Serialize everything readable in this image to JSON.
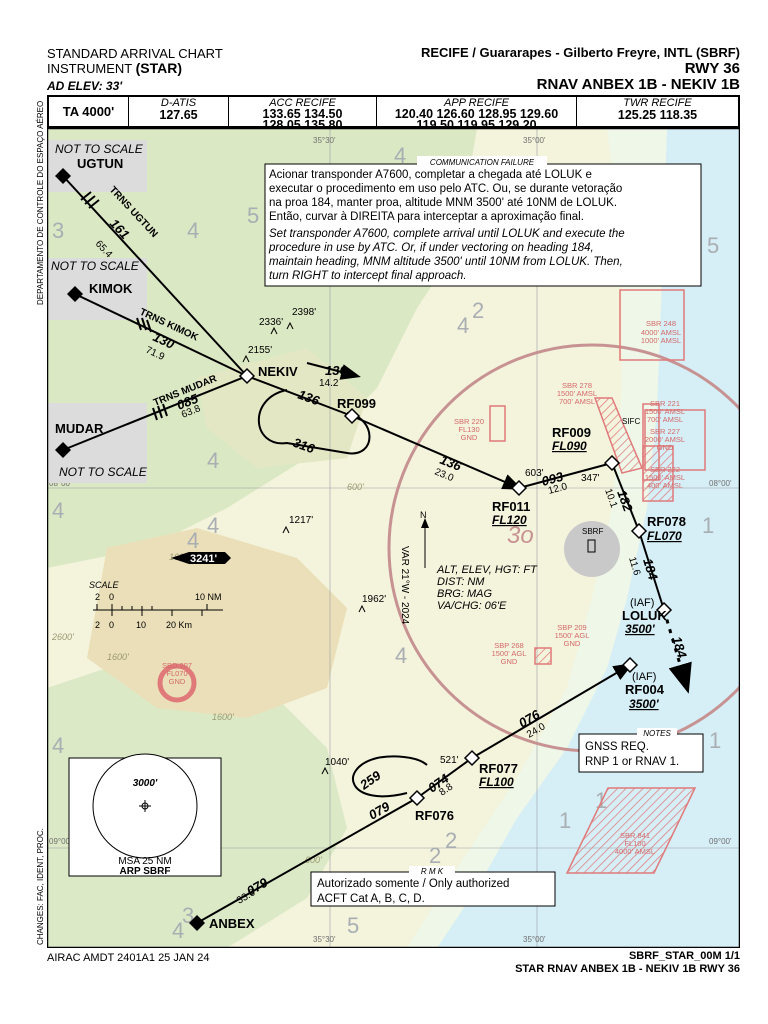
{
  "header": {
    "title_line1": "STANDARD ARRIVAL CHART",
    "title_line2": "INSTRUMENT",
    "title_star": "(STAR)",
    "ad_elev": "AD ELEV: 33'",
    "airport": "RECIFE / Guararapes - Gilberto Freyre, INTL (SBRF)",
    "runway": "RWY 36",
    "procedure": "RNAV ANBEX 1B - NEKIV 1B"
  },
  "freq": {
    "ta": "TA 4000'",
    "datis_label": "D-ATIS",
    "datis": "127.65",
    "acc_label": "ACC RECIFE",
    "acc_1": "133.65 134.50",
    "acc_2": "128.05 135.80",
    "app_label": "APP RECIFE",
    "app_1": "120.40 126.60 128.95 129.60",
    "app_2": "119.50 119.95 129.20",
    "twr_label": "TWR RECIFE",
    "twr": "125.25 118.35"
  },
  "side_left": "DEPARTAMENTO DE CONTROLE DO ESPAÇO AÉREO",
  "side_left2": "CHANGES: FAC, IDENT, PROC.",
  "comm": {
    "label": "COMMUNICATION FAILURE",
    "pt1": "Acionar transponder A7600, completar a chegada até LOLUK e",
    "pt2": "executar o procedimento em uso pelo ATC. Ou, se durante vetoração",
    "pt3": "na proa 184, manter proa, altitude MNM 3500' até 10NM de LOLUK.",
    "pt4": "Então, curvar à DIREITA para interceptar a aproximação final.",
    "en1": "Set transponder A7600, complete arrival until LOLUK and execute the",
    "en2": "procedure in use by ATC. Or, if under vectoring on heading 184,",
    "en3": "maintain heading, MNM altitude 3500' until 10NM from LOLUK. Then,",
    "en4": "turn RIGHT to intercept final approach."
  },
  "not_to_scale": "NOT TO SCALE",
  "waypoints": {
    "ugtun": "UGTUN",
    "kimok": "KIMOK",
    "mudar": "MUDAR",
    "nekiv": "NEKIV",
    "rf099": "RF099",
    "rf011": "RF011",
    "rf011_alt": "FL120",
    "rf009": "RF009",
    "rf009_alt": "FL090",
    "rf078": "RF078",
    "rf078_alt": "FL070",
    "loluk_iaf": "(IAF)",
    "loluk": "LOLUK",
    "loluk_alt": "3500'",
    "rf004_iaf": "(IAF)",
    "rf004": "RF004",
    "rf004_alt": "3500'",
    "rf077": "RF077",
    "rf077_alt": "FL100",
    "rf076": "RF076",
    "anbex": "ANBEX",
    "sifc": "SIFC",
    "sbrf": "SBRF"
  },
  "legs": {
    "trns_ugtun": "TRNS UGTUN",
    "ugtun_crs": "161",
    "ugtun_dist": "65.4",
    "trns_kimok": "TRNS KIMOK",
    "kimok_crs": "130",
    "kimok_dist": "71.9",
    "trns_mudar": "TRNS MUDAR",
    "mudar_crs": "085",
    "mudar_dist": "63.8",
    "nekiv_out": "136",
    "nekiv_out_dist": "14.2",
    "hold_in": "136",
    "hold_out": "316",
    "rf099_crs": "136",
    "rf099_dist": "23.0",
    "rf011_crs": "093",
    "rf011_dist": "12.0",
    "rf009_crs": "182",
    "rf009_dist": "10.1",
    "rf078_crs": "184",
    "rf078_dist": "11.6",
    "loluk_vec": "184",
    "anbex_crs": "079",
    "anbex_dist": "33.0",
    "rf076_out": "079",
    "hold2_out": "259",
    "rf076_crs": "074",
    "rf076_dist": "8.8",
    "rf077_crs": "076",
    "rf077_dist": "24.0"
  },
  "elevations": {
    "e2398": "2398'",
    "e2336": "2336'",
    "e2155": "2155'",
    "e1217": "1217'",
    "e3241": "3241'",
    "e1962": "1962'",
    "e1040": "1040'",
    "e603": "603'",
    "e347": "347'",
    "e521": "521'"
  },
  "legend_info": {
    "l1": "ALT, ELEV, HGT: FT",
    "l2": "DIST: NM",
    "l3": "BRG: MAG",
    "l4": "VA/CHG: 06'E",
    "var": "VAR 21°W - 2024",
    "north": "N"
  },
  "scale": {
    "label": "SCALE",
    "nm_ticks": [
      "2",
      "0",
      "10 NM"
    ],
    "km_ticks": [
      "2",
      "0",
      "10",
      "20 Km"
    ]
  },
  "notes": {
    "label": "NOTES",
    "l1": "GNSS REQ.",
    "l2": "RNP 1 or RNAV 1."
  },
  "rmk": {
    "label": "R M K",
    "l1": "Autorizado somente / Only authorized",
    "l2": "ACFT Cat A, B, C, D."
  },
  "msa": {
    "alt": "3000'",
    "l1": "MSA 25 NM",
    "l2": "ARP SBRF"
  },
  "restricted": {
    "sbr248": "SBR 248",
    "sbr248a": "4000' AMSL",
    "sbr248b": "1000' AMSL",
    "sbr278": "SBR 278",
    "sbr278a": "1500' AMSL",
    "sbr278b": "700' AMSL",
    "sbr220": "SBR 220",
    "sbr220a": "FL130",
    "sbr220b": "GND",
    "sbr221": "SBR 221",
    "sbr221a": "1500' AMSL",
    "sbr221b": "700' AMSL",
    "sbr227": "SBR 227",
    "sbr227a": "2000' AMSL",
    "sbr227b": "GND",
    "sbr222": "SBR 222",
    "sbr222a": "1500' AMSL",
    "sbr222b": "400' AMSL",
    "sbp209": "SBP 209",
    "sbp209a": "1500' AGL",
    "sbp209b": "GND",
    "sbp268": "SBP 268",
    "sbp268a": "1500' AGL",
    "sbp268b": "GND",
    "sbd207": "SBD 207",
    "sbd207a": "FL070",
    "sbd207b": "GND",
    "sbr841": "SBR 841",
    "sbr841a": "FL100",
    "sbr841b": "4000' AMSL"
  },
  "contours": [
    "600'",
    "1600'",
    "2600'",
    "1600'",
    "1600'",
    "600'"
  ],
  "grid_labels": {
    "t1": "35°30'",
    "t2": "35°00'",
    "b1": "35°30'",
    "b2": "35°00'",
    "l1": "08°00'",
    "r1": "08°00'",
    "l2": "09°00'",
    "r2": "09°00'"
  },
  "footer": {
    "airac": "AIRAC AMDT 2401A1  25 JAN 24",
    "id": "SBRF_STAR_00M 1/1",
    "title": "STAR RNAV ANBEX 1B - NEKIV 1B RWY 36"
  }
}
